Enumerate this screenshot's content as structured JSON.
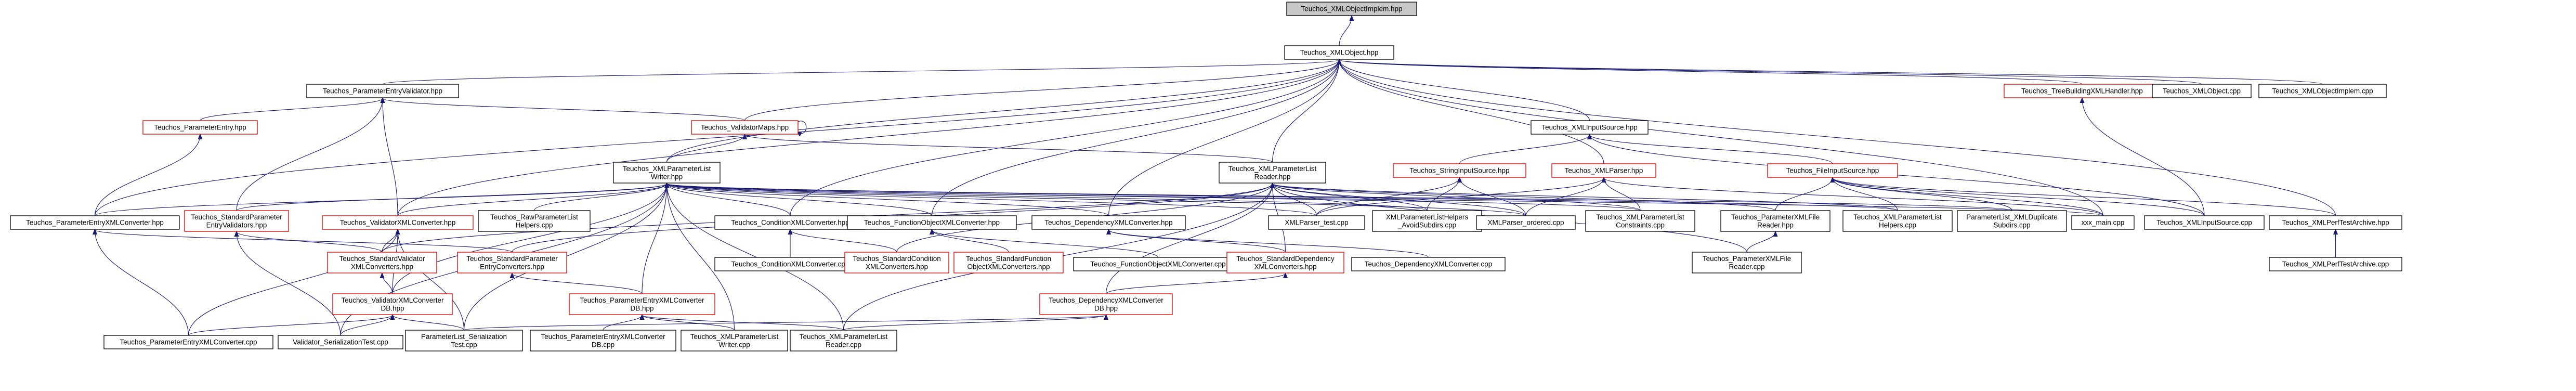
{
  "colors": {
    "edge": "#191970",
    "box": "#000000",
    "red_box": "#d40000",
    "highlight_fill": "#c8c8c8"
  },
  "nodes": [
    {
      "id": "implem",
      "lines": [
        "Teuchos_XMLObjectImplem.hpp"
      ],
      "style": "highlight"
    },
    {
      "id": "xmlobj",
      "lines": [
        "Teuchos_XMLObject.hpp"
      ],
      "style": "black"
    },
    {
      "id": "pev",
      "lines": [
        "Teuchos_ParameterEntryValidator.hpp"
      ],
      "style": "black"
    },
    {
      "id": "pe",
      "lines": [
        "Teuchos_ParameterEntry.hpp"
      ],
      "style": "red"
    },
    {
      "id": "vmaps",
      "lines": [
        "Teuchos_ValidatorMaps.hpp"
      ],
      "style": "red"
    },
    {
      "id": "tbxml",
      "lines": [
        "Teuchos_TreeBuildingXMLHandler.hpp"
      ],
      "style": "red"
    },
    {
      "id": "xmlobjcpp",
      "lines": [
        "Teuchos_XMLObject.cpp"
      ],
      "style": "black"
    },
    {
      "id": "xmlobjimplcpp",
      "lines": [
        "Teuchos_XMLObjectImplem.cpp"
      ],
      "style": "black"
    },
    {
      "id": "xmlinput",
      "lines": [
        "Teuchos_XMLInputSource.hpp"
      ],
      "style": "black"
    },
    {
      "id": "plwriter",
      "lines": [
        "Teuchos_XMLParameterList",
        "Writer.hpp"
      ],
      "style": "black"
    },
    {
      "id": "plreader",
      "lines": [
        "Teuchos_XMLParameterList",
        "Reader.hpp"
      ],
      "style": "black"
    },
    {
      "id": "strinput",
      "lines": [
        "Teuchos_StringInputSource.hpp"
      ],
      "style": "red"
    },
    {
      "id": "xmlparser",
      "lines": [
        "Teuchos_XMLParser.hpp"
      ],
      "style": "red"
    },
    {
      "id": "fileinput",
      "lines": [
        "Teuchos_FileInputSource.hpp"
      ],
      "style": "red"
    },
    {
      "id": "pexmlconv",
      "lines": [
        "Teuchos_ParameterEntryXMLConverter.hpp"
      ],
      "style": "black"
    },
    {
      "id": "stdpevalid",
      "lines": [
        "Teuchos_StandardParameter",
        "EntryValidators.hpp"
      ],
      "style": "red"
    },
    {
      "id": "valxmlconv",
      "lines": [
        "Teuchos_ValidatorXMLConverter.hpp"
      ],
      "style": "red"
    },
    {
      "id": "rawplwh",
      "lines": [
        "Teuchos_RawParameterList",
        "Helpers.cpp"
      ],
      "style": "black"
    },
    {
      "id": "condxmlconv",
      "lines": [
        "Teuchos_ConditionXMLConverter.hpp"
      ],
      "style": "black"
    },
    {
      "id": "funcxmlconv",
      "lines": [
        "Teuchos_FunctionObjectXMLConverter.hpp"
      ],
      "style": "black"
    },
    {
      "id": "depxmlconv",
      "lines": [
        "Teuchos_DependencyXMLConverter.hpp"
      ],
      "style": "black"
    },
    {
      "id": "xmlparsertest",
      "lines": [
        "XMLParser_test.cpp"
      ],
      "style": "black"
    },
    {
      "id": "plhelpersavoid",
      "lines": [
        "XMLParameterListHelpers",
        "_AvoidSubdirs.cpp"
      ],
      "style": "black"
    },
    {
      "id": "xmlparserord",
      "lines": [
        "XMLParser_ordered.cpp"
      ],
      "style": "black"
    },
    {
      "id": "plconstraints",
      "lines": [
        "Teuchos_XMLParameterList",
        "Constraints.cpp"
      ],
      "style": "black"
    },
    {
      "id": "pxmlfilereader",
      "lines": [
        "Teuchos_ParameterXMLFile",
        "Reader.hpp"
      ],
      "style": "black"
    },
    {
      "id": "plhelperscpp",
      "lines": [
        "Teuchos_XMLParameterList",
        "Helpers.cpp"
      ],
      "style": "black"
    },
    {
      "id": "pldupsub",
      "lines": [
        "ParameterList_XMLDuplicate",
        "Subdirs.cpp"
      ],
      "style": "black"
    },
    {
      "id": "xxxmain",
      "lines": [
        "xxx_main.cpp"
      ],
      "style": "black"
    },
    {
      "id": "xmlinputcpp",
      "lines": [
        "Teuchos_XMLInputSource.cpp"
      ],
      "style": "black"
    },
    {
      "id": "xmlperfhpp",
      "lines": [
        "Teuchos_XMLPerfTestArchive.hpp"
      ],
      "style": "black"
    },
    {
      "id": "xmlperfcpp",
      "lines": [
        "Teuchos_XMLPerfTestArchive.cpp"
      ],
      "style": "black"
    },
    {
      "id": "stdvalidconv",
      "lines": [
        "Teuchos_StandardValidator",
        "XMLConverters.hpp"
      ],
      "style": "red"
    },
    {
      "id": "stdpeconv",
      "lines": [
        "Teuchos_StandardParameter",
        "EntryConverters.hpp"
      ],
      "style": "red"
    },
    {
      "id": "condxmlconvcpp",
      "lines": [
        "Teuchos_ConditionXMLConverter.cpp"
      ],
      "style": "black"
    },
    {
      "id": "stdcondconv",
      "lines": [
        "Teuchos_StandardCondition",
        "XMLConverters.hpp"
      ],
      "style": "red"
    },
    {
      "id": "stdfuncconv",
      "lines": [
        "Teuchos_StandardFunction",
        "ObjectXMLConverters.hpp"
      ],
      "style": "red"
    },
    {
      "id": "funcxmlconvcpp",
      "lines": [
        "Teuchos_FunctionObjectXMLConverter.cpp"
      ],
      "style": "black"
    },
    {
      "id": "stddepconv",
      "lines": [
        "Teuchos_StandardDependency",
        "XMLConverters.hpp"
      ],
      "style": "red"
    },
    {
      "id": "depxmlconvcpp",
      "lines": [
        "Teuchos_DependencyXMLConverter.cpp"
      ],
      "style": "black"
    },
    {
      "id": "pxmlfilereadercpp",
      "lines": [
        "Teuchos_ParameterXMLFile",
        "Reader.cpp"
      ],
      "style": "black"
    },
    {
      "id": "valxmlconvdb",
      "lines": [
        "Teuchos_ValidatorXMLConverter",
        "DB.hpp"
      ],
      "style": "red"
    },
    {
      "id": "pexmlconvdb",
      "lines": [
        "Teuchos_ParameterEntryXMLConverter",
        "DB.hpp"
      ],
      "style": "red"
    },
    {
      "id": "depxmlconvdb",
      "lines": [
        "Teuchos_DependencyXMLConverter",
        "DB.hpp"
      ],
      "style": "red"
    },
    {
      "id": "pexmlconvcpp",
      "lines": [
        "Teuchos_ParameterEntryXMLConverter.cpp"
      ],
      "style": "black"
    },
    {
      "id": "valsertest",
      "lines": [
        "Validator_SerializationTest.cpp"
      ],
      "style": "black"
    },
    {
      "id": "plsertest",
      "lines": [
        "ParameterList_Serialization",
        "Test.cpp"
      ],
      "style": "black"
    },
    {
      "id": "pexmlconvdbcpp",
      "lines": [
        "Teuchos_ParameterEntryXMLConverter",
        "DB.cpp"
      ],
      "style": "black"
    },
    {
      "id": "plwritercpp",
      "lines": [
        "Teuchos_XMLParameterList",
        "Writer.cpp"
      ],
      "style": "black"
    },
    {
      "id": "plreadercpp",
      "lines": [
        "Teuchos_XMLParameterList",
        "Reader.cpp"
      ],
      "style": "black"
    }
  ],
  "edges": [
    [
      "xmlobj",
      "implem"
    ],
    [
      "pev",
      "xmlobj"
    ],
    [
      "vmaps",
      "xmlobj"
    ],
    [
      "tbxml",
      "xmlobj"
    ],
    [
      "xmlobjcpp",
      "xmlobj"
    ],
    [
      "xmlobjimplcpp",
      "xmlobj"
    ],
    [
      "xmlinput",
      "xmlobj"
    ],
    [
      "plwriter",
      "xmlobj"
    ],
    [
      "plreader",
      "xmlobj"
    ],
    [
      "xmlparser",
      "xmlobj"
    ],
    [
      "pexmlconv",
      "xmlobj"
    ],
    [
      "valxmlconv",
      "xmlobj"
    ],
    [
      "condxmlconv",
      "xmlobj"
    ],
    [
      "funcxmlconv",
      "xmlobj"
    ],
    [
      "depxmlconv",
      "xmlobj"
    ],
    [
      "xmlperfhpp",
      "xmlobj"
    ],
    [
      "xxxmain",
      "xmlobj"
    ],
    [
      "pe",
      "pev"
    ],
    [
      "vmaps",
      "pev"
    ],
    [
      "stdpevalid",
      "pev"
    ],
    [
      "valxmlconv",
      "pev"
    ],
    [
      "pexmlconv",
      "pe"
    ],
    [
      "vmaps",
      "vmaps"
    ],
    [
      "plwriter",
      "vmaps"
    ],
    [
      "plreader",
      "vmaps"
    ],
    [
      "xmlinputcpp",
      "tbxml"
    ],
    [
      "strinput",
      "xmlinput"
    ],
    [
      "fileinput",
      "xmlinput"
    ],
    [
      "xmlinputcpp",
      "xmlinput"
    ],
    [
      "rawplwh",
      "plwriter"
    ],
    [
      "pexmlconv",
      "plwriter"
    ],
    [
      "stdpevalid",
      "plwriter"
    ],
    [
      "valxmlconv",
      "plwriter"
    ],
    [
      "condxmlconv",
      "plwriter"
    ],
    [
      "funcxmlconv",
      "plwriter"
    ],
    [
      "depxmlconv",
      "plwriter"
    ],
    [
      "xmlparsertest",
      "plwriter"
    ],
    [
      "plhelpersavoid",
      "plwriter"
    ],
    [
      "xmlparserord",
      "plwriter"
    ],
    [
      "plconstraints",
      "plwriter"
    ],
    [
      "valxmlconvdb",
      "plwriter"
    ],
    [
      "pexmlconvdb",
      "plwriter"
    ],
    [
      "plsertest",
      "plwriter"
    ],
    [
      "plwritercpp",
      "plwriter"
    ],
    [
      "valsertest",
      "plwriter"
    ],
    [
      "plreadercpp",
      "plwriter"
    ],
    [
      "plhelperscpp",
      "plwriter"
    ],
    [
      "pldupsub",
      "plwriter"
    ],
    [
      "xxxmain",
      "plwriter"
    ],
    [
      "xmlparsertest",
      "plreader"
    ],
    [
      "plhelpersavoid",
      "plreader"
    ],
    [
      "xmlparserord",
      "plreader"
    ],
    [
      "plconstraints",
      "plreader"
    ],
    [
      "pxmlfilereader",
      "plreader"
    ],
    [
      "plhelperscpp",
      "plreader"
    ],
    [
      "stdvalidconv",
      "plreader"
    ],
    [
      "stdpeconv",
      "plreader"
    ],
    [
      "stdcondconv",
      "plreader"
    ],
    [
      "stddepconv",
      "plreader"
    ],
    [
      "plreadercpp",
      "plreader"
    ],
    [
      "depxmlconvdb",
      "plreader"
    ],
    [
      "pxmlfilereadercpp",
      "plreader"
    ],
    [
      "xmlparsertest",
      "strinput"
    ],
    [
      "plhelpersavoid",
      "strinput"
    ],
    [
      "xmlparserord",
      "strinput"
    ],
    [
      "xmlparsertest",
      "xmlparser"
    ],
    [
      "xmlparserord",
      "xmlparser"
    ],
    [
      "xxxmain",
      "xmlparser"
    ],
    [
      "plconstraints",
      "xmlparser"
    ],
    [
      "pxmlfilereader",
      "fileinput"
    ],
    [
      "plhelperscpp",
      "fileinput"
    ],
    [
      "pldupsub",
      "fileinput"
    ],
    [
      "xxxmain",
      "fileinput"
    ],
    [
      "xmlperfhpp",
      "fileinput"
    ],
    [
      "xmlinputcpp",
      "fileinput"
    ],
    [
      "pexmlconvcpp",
      "pexmlconv"
    ],
    [
      "stdpeconv",
      "pexmlconv"
    ],
    [
      "stdvalidconv",
      "stdpevalid"
    ],
    [
      "valsertest",
      "stdpevalid"
    ],
    [
      "stdvalidconv",
      "valxmlconv"
    ],
    [
      "valxmlconvdb",
      "valxmlconv"
    ],
    [
      "pexmlconvcpp",
      "valxmlconv"
    ],
    [
      "plsertest",
      "valxmlconv"
    ],
    [
      "condxmlconvcpp",
      "condxmlconv"
    ],
    [
      "stdcondconv",
      "condxmlconv"
    ],
    [
      "funcxmlconvcpp",
      "funcxmlconv"
    ],
    [
      "stdfuncconv",
      "funcxmlconv"
    ],
    [
      "depxmlconvcpp",
      "depxmlconv"
    ],
    [
      "stddepconv",
      "depxmlconv"
    ],
    [
      "pxmlfilereadercpp",
      "pxmlfilereader"
    ],
    [
      "xmlperfcpp",
      "xmlperfhpp"
    ],
    [
      "valxmlconvdb",
      "stdvalidconv"
    ],
    [
      "pexmlconvdb",
      "stdpeconv"
    ],
    [
      "depxmlconvdb",
      "stddepconv"
    ],
    [
      "valsertest",
      "valxmlconvdb"
    ],
    [
      "plsertest",
      "valxmlconvdb"
    ],
    [
      "pexmlconvcpp",
      "valxmlconvdb"
    ],
    [
      "pexmlconvdbcpp",
      "pexmlconvdb"
    ],
    [
      "plwritercpp",
      "pexmlconvdb"
    ],
    [
      "plreadercpp",
      "pexmlconvdb"
    ],
    [
      "plsertest",
      "depxmlconvdb"
    ],
    [
      "plreadercpp",
      "depxmlconvdb"
    ]
  ]
}
